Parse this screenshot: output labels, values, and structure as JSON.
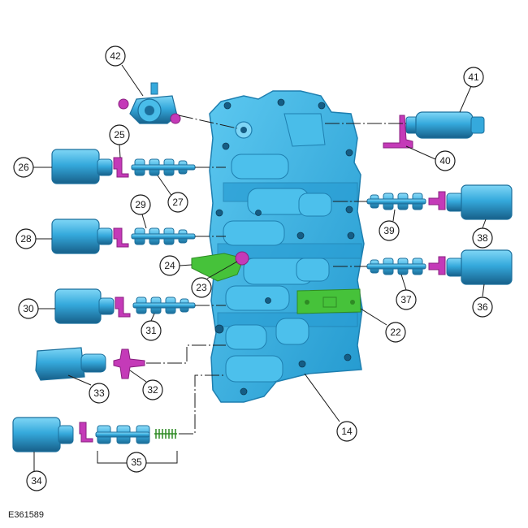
{
  "figure": {
    "reference_code": "E361589",
    "callouts": [
      "42",
      "41",
      "40",
      "25",
      "26",
      "27",
      "29",
      "28",
      "39",
      "38",
      "24",
      "23",
      "37",
      "36",
      "30",
      "31",
      "22",
      "33",
      "32",
      "34",
      "35",
      "14"
    ]
  },
  "colors": {
    "body": "#2eb4e8",
    "body_dark": "#1e7fb0",
    "body_light": "#6fd0f4",
    "solenoid": "#3aaee0",
    "solenoid_dark": "#1b6f9c",
    "clip": "#c43ab8",
    "clip_dark": "#8a2080",
    "gasket": "#46c23a",
    "outline": "#1a1a1a"
  }
}
